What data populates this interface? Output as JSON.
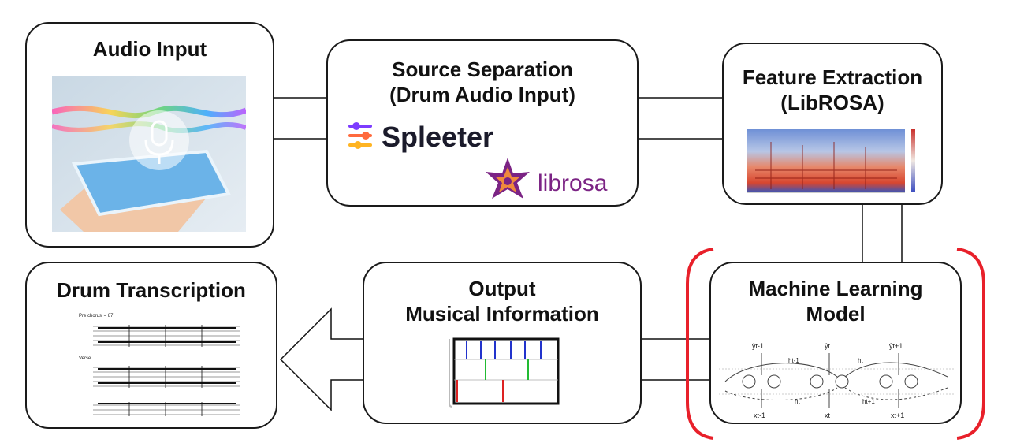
{
  "nodes": {
    "audio_input": {
      "title": "Audio Input"
    },
    "source_separation": {
      "title_line1": "Source Separation",
      "title_line2": "(Drum Audio Input)"
    },
    "feature_extraction": {
      "title_line1": "Feature Extraction",
      "title_line2": "(LibROSA)"
    },
    "ml_model": {
      "title_line1": "Machine Learning",
      "title_line2": "Model"
    },
    "output": {
      "title_line1": "Output",
      "title_line2": "Musical Information"
    },
    "drum_transcription": {
      "title": "Drum Transcription"
    }
  },
  "logos": {
    "spleeter": "Spleeter",
    "librosa": "librosa"
  },
  "rnn_labels": {
    "y_prev": "ŷt-1",
    "y_cur": "ŷt",
    "y_next": "ŷt+1",
    "h_prev": "ht-1",
    "h_cur": "ht",
    "hb_cur": "ht",
    "hb_next": "ht+1",
    "x_prev": "xt-1",
    "x_cur": "xt",
    "x_next": "xt+1"
  },
  "score_labels": {
    "pre_chorus": "Pre chorus",
    "tempo": "♩ = 87",
    "verse": "Verse"
  },
  "colors": {
    "highlight": "#e8202a",
    "output_blue": "#2233cc",
    "output_green": "#22bb33",
    "output_red": "#dd2222"
  }
}
